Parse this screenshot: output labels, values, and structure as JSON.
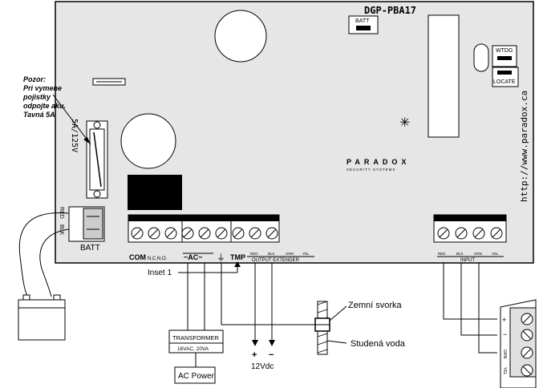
{
  "board": {
    "model": "DGP-PBA17",
    "brand": "PARADOX",
    "brand_sub": "SECURITY SYSTEMS",
    "url": "http://www.paradox.ca",
    "fuse_rating": "5A/125V",
    "batt_switch_label": "BATT",
    "wtdg_label": "WTDG",
    "locate_label": "LOCATE"
  },
  "warning_note": [
    "Pozor:",
    "Pri vymene",
    "pojistky",
    "odpojte aku.",
    "Tavná 5A"
  ],
  "battery_connector": {
    "wire_labels": [
      "RED",
      "BLK"
    ],
    "label": "BATT"
  },
  "terminals": {
    "com": "COM",
    "nc_no": "N.C.N.O.",
    "ac": "~AC~",
    "ground_symbol": "⏚",
    "tmp": "TMP",
    "output_sub": [
      "RED",
      "BLK",
      "GRN",
      "YEL"
    ],
    "output_label": "OUTPUT EXTENDER",
    "input_sub": [
      "RED",
      "BLK",
      "GRN",
      "YEL"
    ],
    "input_label": "INPUT"
  },
  "labels": {
    "inset": "Inset 1",
    "earth_clamp": "Zemní svorka",
    "cold_water": "Studená voda",
    "plus": "+",
    "minus": "−",
    "voltage": "12Vdc"
  },
  "transformer": {
    "title": "TRANSFORMER",
    "rating": "16VAC, 20VA",
    "ac_power": "AC Power"
  },
  "right_connector": {
    "plus": "+",
    "minus": "−",
    "grn": "GRN",
    "yel": "YEL"
  }
}
